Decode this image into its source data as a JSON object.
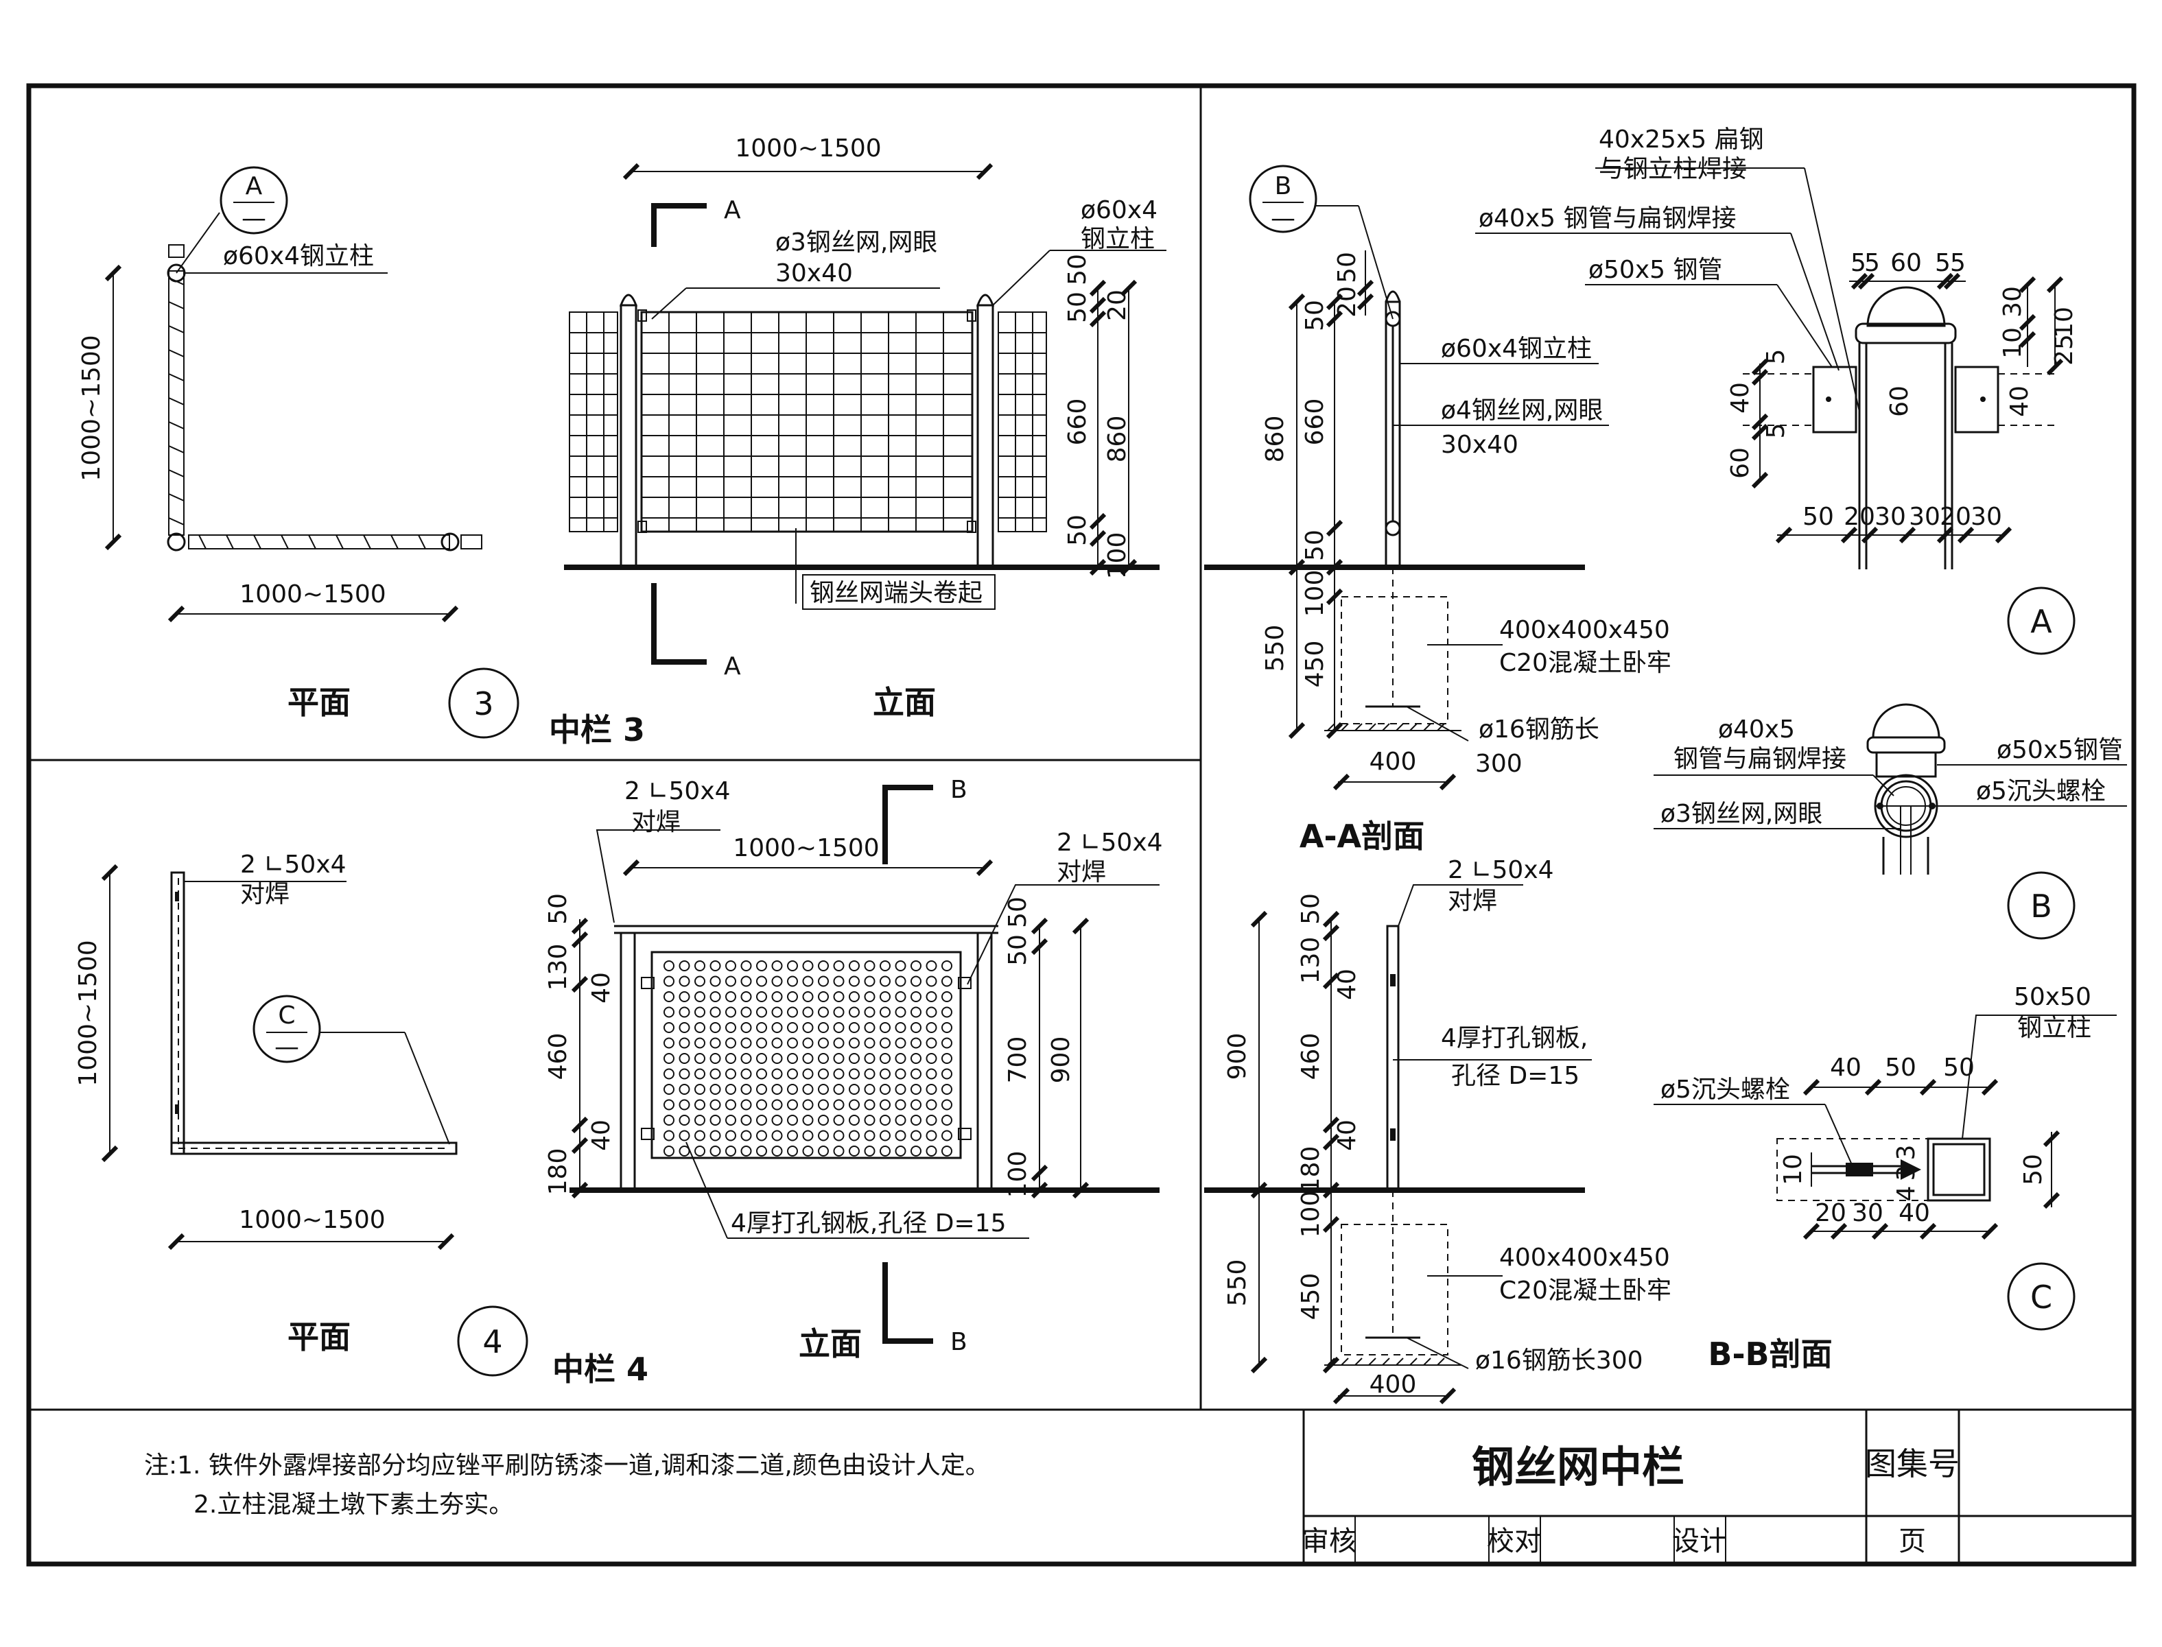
{
  "drawing": {
    "panel3": {
      "plan": {
        "bubble_top": "A",
        "post_label": "ø60x4钢立柱",
        "dim_vertical": "1000~1500",
        "dim_horizontal": "1000~1500",
        "view_title": "平面"
      },
      "symbol_number": "3",
      "panel_name": "中栏 3",
      "elevation": {
        "dim_top": "1000~1500",
        "section_letter": "A",
        "mesh_label_1": "ø3钢丝网,网眼",
        "mesh_label_2": "30x40",
        "post_label_1": "ø60x4",
        "post_label_2": "钢立柱",
        "dims_right": [
          "50",
          "50",
          "20",
          "660",
          "860",
          "50",
          "100"
        ],
        "end_note": "钢丝网端头卷起",
        "view_title": "立面"
      }
    },
    "panel4": {
      "plan": {
        "angle_label_1": "2 ∟50x4",
        "angle_label_2": "对焊",
        "bubble": "C",
        "dim_vertical": "1000~1500",
        "dim_horizontal": "1000~1500",
        "view_title": "平面"
      },
      "symbol_number": "4",
      "panel_name": "中栏 4",
      "elevation": {
        "top_label_1": "2 ∟50x4",
        "top_label_2": "对焊",
        "right_label_1": "2 ∟50x4",
        "right_label_2": "对焊",
        "section_letter": "B",
        "dim_top": "1000~1500",
        "dims_left": [
          "50",
          "130",
          "40",
          "460",
          "40",
          "180"
        ],
        "dims_right": [
          "50",
          "50",
          "700",
          "900",
          "100"
        ],
        "plate_label": "4厚打孔钢板,孔径 D=15",
        "view_title": "立面"
      }
    },
    "section_aa": {
      "bubble": "B",
      "dims_top": [
        "50",
        "20",
        "50"
      ],
      "dims_left": [
        "860",
        "660",
        "50",
        "50",
        "100",
        "550",
        "450"
      ],
      "post_label": "ø60x4钢立柱",
      "mesh_label_1": "ø4钢丝网,网眼",
      "mesh_label_2": "30x40",
      "footing_label_1": "400x400x450",
      "footing_label_2": "C20混凝土卧牢",
      "rebar_label": "ø16钢筋长",
      "rebar_len": "300",
      "dim_bottom": "400",
      "title": "A-A剖面"
    },
    "section_bb": {
      "angle_label_1": "2 ∟50x4",
      "angle_label_2": "对焊",
      "dims_left": [
        "900",
        "50",
        "130",
        "40",
        "460",
        "40",
        "180",
        "100",
        "550",
        "450"
      ],
      "plate_label_1": "4厚打孔钢板,",
      "plate_label_2": "孔径 D=15",
      "footing_label_1": "400x400x450",
      "footing_label_2": "C20混凝土卧牢",
      "rebar_label": "ø16钢筋长300",
      "dim_bottom": "400",
      "title": "B-B剖面"
    },
    "detail_a": {
      "label_flat_1": "40x25x5 扁钢",
      "label_flat_2": "与钢立柱焊接",
      "label_pipe40": "ø40x5 钢管与扁钢焊接",
      "label_pipe50": "ø50x5 钢管",
      "dims_top": [
        "5",
        "5",
        "60",
        "5",
        "5"
      ],
      "dims_right": [
        "10",
        "30",
        "25",
        "10"
      ],
      "dims_left": [
        "5",
        "40",
        "5",
        "60"
      ],
      "dim_mid": "60",
      "dim_right40": "40",
      "dims_bottom": [
        "50",
        "20",
        "30",
        "30",
        "20",
        "30"
      ],
      "bubble": "A"
    },
    "detail_b": {
      "label_pipe40_1": "ø40x5",
      "label_pipe40_2": "钢管与扁钢焊接",
      "label_pipe50": "ø50x5钢管",
      "label_bolt": "ø5沉头螺栓",
      "label_mesh": "ø3钢丝网,网眼",
      "bubble": "B"
    },
    "detail_c": {
      "label_post_1": "50x50",
      "label_post_2": "钢立柱",
      "label_bolt": "ø5沉头螺栓",
      "dims_top": [
        "40",
        "50",
        "50"
      ],
      "dims_mid": [
        "3",
        "3",
        "4"
      ],
      "dim_left": "10",
      "dims_bottom": [
        "20",
        "30",
        "40"
      ],
      "dim_right": "50",
      "bubble": "C"
    }
  },
  "notes": {
    "line1": "注:1. 铁件外露焊接部分均应锉平刷防锈漆一道,调和漆二道,颜色由设计人定。",
    "line2": "2.立柱混凝土墩下素土夯实。"
  },
  "title_block": {
    "title": "钢丝网中栏",
    "atlas_no_label": "图集号",
    "review": "审核",
    "check": "校对",
    "design": "设计",
    "page": "页"
  }
}
